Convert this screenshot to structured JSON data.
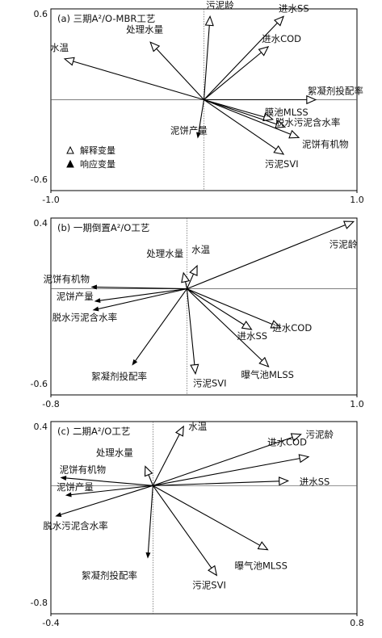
{
  "chart_data": [
    {
      "type": "scatter",
      "title": "(a) 三期A²/O-MBR工艺",
      "xlim": [
        -1.0,
        1.0
      ],
      "ylim": [
        -0.6,
        0.6
      ],
      "x_ticks": [
        "-1.0",
        "1.0"
      ],
      "y_ticks": [
        "0.6",
        "-0.6"
      ],
      "legend": {
        "placement": "bottom-left",
        "open_label": "解释变量",
        "filled_label": "响应变量"
      },
      "vectors": [
        {
          "label": "水温",
          "x": -0.91,
          "y": 0.27,
          "open": true
        },
        {
          "label": "处理水量",
          "x": -0.35,
          "y": 0.38,
          "open": true
        },
        {
          "label": "污泥龄",
          "x": 0.04,
          "y": 0.55,
          "open": true
        },
        {
          "label": "进水SS",
          "x": 0.52,
          "y": 0.55,
          "open": true
        },
        {
          "label": "进水COD",
          "x": 0.42,
          "y": 0.35,
          "open": true
        },
        {
          "label": "絮凝剂投配率",
          "x": 0.73,
          "y": 0.0,
          "open": true
        },
        {
          "label": "膜池MLSS",
          "x": 0.45,
          "y": -0.13,
          "open": true
        },
        {
          "label": "脱水污泥含水率",
          "x": 0.53,
          "y": -0.18,
          "open": true
        },
        {
          "label": "泥饼有机物",
          "x": 0.62,
          "y": -0.25,
          "open": true
        },
        {
          "label": "污泥SVI",
          "x": 0.52,
          "y": -0.36,
          "open": true
        },
        {
          "label": "泥饼产量",
          "x": -0.04,
          "y": -0.25,
          "open": false
        }
      ]
    },
    {
      "type": "scatter",
      "title": "(b) 一期倒置A²/O工艺",
      "xlim": [
        -0.8,
        1.0
      ],
      "ylim": [
        -0.6,
        0.4
      ],
      "x_ticks": [
        "-0.8",
        "1.0"
      ],
      "y_ticks": [
        "0.4",
        "-0.6"
      ],
      "vectors": [
        {
          "label": "污泥龄",
          "x": 0.98,
          "y": 0.38,
          "open": true
        },
        {
          "label": "处理水量",
          "x": -0.02,
          "y": 0.09,
          "open": true
        },
        {
          "label": "水温",
          "x": 0.06,
          "y": 0.13,
          "open": true
        },
        {
          "label": "进水COD",
          "x": 0.55,
          "y": -0.22,
          "open": true
        },
        {
          "label": "进水SS",
          "x": 0.38,
          "y": -0.23,
          "open": true
        },
        {
          "label": "曝气池MLSS",
          "x": 0.48,
          "y": -0.44,
          "open": true
        },
        {
          "label": "污泥SVI",
          "x": 0.05,
          "y": -0.48,
          "open": true
        },
        {
          "label": "泥饼有机物",
          "x": -0.56,
          "y": 0.01,
          "open": false
        },
        {
          "label": "泥饼产量",
          "x": -0.54,
          "y": -0.07,
          "open": false
        },
        {
          "label": "脱水污泥含水率",
          "x": -0.55,
          "y": -0.12,
          "open": false
        },
        {
          "label": "絮凝剂投配率",
          "x": -0.32,
          "y": -0.43,
          "open": false
        }
      ]
    },
    {
      "type": "scatter",
      "title": "(c) 二期A²/O工艺",
      "xlim": [
        -0.4,
        0.8
      ],
      "ylim": [
        -0.8,
        0.4
      ],
      "x_ticks": [
        "-0.4",
        "0.8"
      ],
      "y_ticks": [
        "0.4",
        "-0.8"
      ],
      "vectors": [
        {
          "label": "水温",
          "x": 0.12,
          "y": 0.37,
          "open": true
        },
        {
          "label": "处理水量",
          "x": -0.03,
          "y": 0.12,
          "open": true
        },
        {
          "label": "污泥龄",
          "x": 0.58,
          "y": 0.32,
          "open": true
        },
        {
          "label": "进水COD",
          "x": 0.61,
          "y": 0.18,
          "open": true
        },
        {
          "label": "进水SS",
          "x": 0.53,
          "y": 0.03,
          "open": true
        },
        {
          "label": "曝气池MLSS",
          "x": 0.45,
          "y": -0.4,
          "open": true
        },
        {
          "label": "污泥SVI",
          "x": 0.25,
          "y": -0.56,
          "open": true
        },
        {
          "label": "泥饼有机物",
          "x": -0.36,
          "y": 0.05,
          "open": false
        },
        {
          "label": "泥饼产量",
          "x": -0.34,
          "y": -0.06,
          "open": false
        },
        {
          "label": "脱水污泥含水率",
          "x": -0.38,
          "y": -0.19,
          "open": false
        },
        {
          "label": "絮凝剂投配率",
          "x": -0.02,
          "y": -0.45,
          "open": false
        }
      ]
    }
  ]
}
